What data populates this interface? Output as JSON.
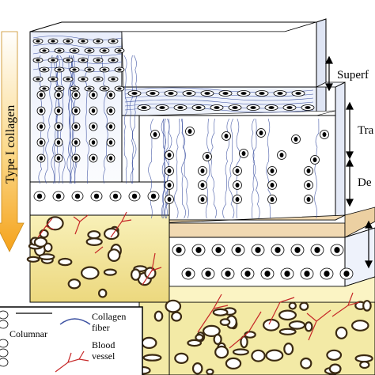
{
  "arrow_label": "Type I collagen",
  "zones": {
    "superficial": "Superf",
    "transitional": "Tra",
    "deep": "De"
  },
  "legend": {
    "columnar": "Columnar",
    "collagen_fiber": [
      "Collagen",
      "fiber"
    ],
    "blood_vessel": [
      "Blood",
      "vessel"
    ]
  },
  "colors": {
    "collagen_fiber": "#3a4fa0",
    "blood_vessel": "#c62828",
    "bone_fill": "#f3eaa6",
    "calcified_band": "#f1d9b2",
    "gradient_top": "#ffffff",
    "gradient_bottom": "#f5a21b"
  }
}
